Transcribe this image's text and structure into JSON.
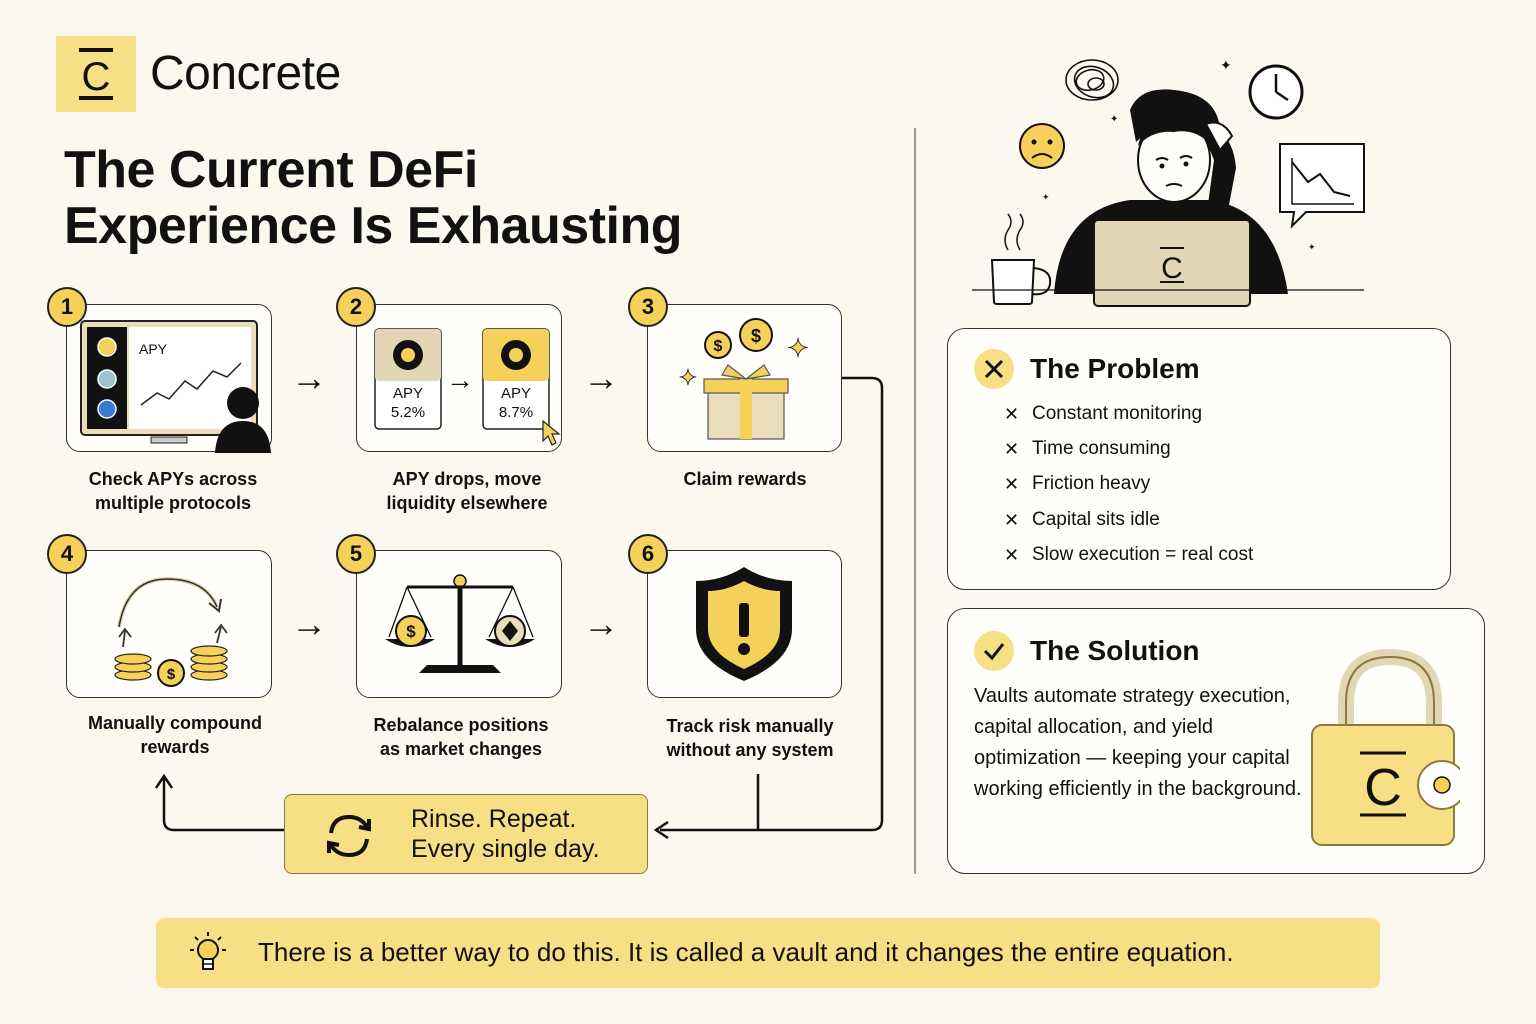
{
  "brand": {
    "logo_letter": "C",
    "name": "Concrete"
  },
  "title": {
    "line1": "The Current DeFi",
    "line2": "Experience Is Exhausting"
  },
  "steps": [
    {
      "number": "1",
      "label_line1": "Check APYs across",
      "label_line2": "multiple protocols",
      "screen_label": "APY"
    },
    {
      "number": "2",
      "label_line1": "APY drops, move",
      "label_line2": "liquidity elsewhere",
      "apy_a_label": "APY",
      "apy_a_value": "5.2%",
      "apy_b_label": "APY",
      "apy_b_value": "8.7%"
    },
    {
      "number": "3",
      "label_line1": "Claim rewards",
      "label_line2": ""
    },
    {
      "number": "4",
      "label_line1": "Manually compound",
      "label_line2": "rewards"
    },
    {
      "number": "5",
      "label_line1": "Rebalance positions",
      "label_line2": "as market changes"
    },
    {
      "number": "6",
      "label_line1": "Track risk manually",
      "label_line2": "without any system"
    }
  ],
  "loop": {
    "line1": "Rinse. Repeat.",
    "line2": "Every single day."
  },
  "illustration": {
    "laptop_letter": "C"
  },
  "problem": {
    "title": "The Problem",
    "items": [
      "Constant monitoring",
      "Time consuming",
      "Friction heavy",
      "Capital sits idle",
      "Slow execution = real cost"
    ]
  },
  "solution": {
    "title": "The Solution",
    "body": "Vaults automate strategy execution, capital allocation, and yield optimization — keeping your capital working efficiently in the background.",
    "lock_letter": "C"
  },
  "banner": {
    "text": "There is a better way to do this. It is called a vault and it changes the entire equation."
  },
  "colors": {
    "accent": "#F7DF86",
    "badge": "#F5D159",
    "ink": "#111111",
    "paper": "#FBF8F0"
  }
}
